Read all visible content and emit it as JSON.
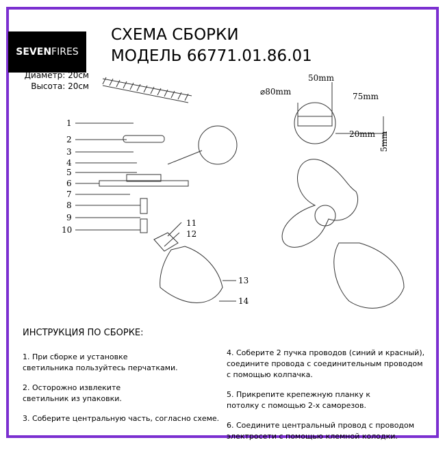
{
  "brand": {
    "bold": "SEVEN",
    "regular": "FIRES"
  },
  "title": {
    "line1": "СХЕМА СБОРКИ",
    "line2": "МОДЕЛЬ 66771.01.86.01"
  },
  "dimensions": {
    "diameter": "Диаметр: 20см",
    "height": "Высота: 20см"
  },
  "diagram": {
    "part_numbers": [
      "1",
      "2",
      "3",
      "4",
      "5",
      "6",
      "7",
      "8",
      "9",
      "10",
      "11",
      "12",
      "13",
      "14"
    ],
    "measurements": {
      "d80": "⌀80mm",
      "w50": "50mm",
      "w75": "75mm",
      "w20": "20mm",
      "h5": "5mm"
    }
  },
  "instructions": {
    "heading": "ИНСТРУКЦИЯ ПО СБОРКЕ:",
    "steps_left": [
      {
        "l1": "1. При сборке и установке",
        "l2": "светильника пользуйтесь перчатками."
      },
      {
        "l1": "2. Осторожно извлеките",
        "l2": "светильник из упаковки."
      },
      {
        "l1": "3. Соберите центральную часть, согласно схеме.",
        "l2": ""
      }
    ],
    "steps_right": [
      {
        "l1": "4. Соберите 2 пучка проводов (синий и красный),",
        "l2": "соедините провода с соединительным проводом",
        "l3": "с помощью колпачка."
      },
      {
        "l1": "5. Прикрепите крепежную планку к",
        "l2": "потолку с помощью 2-х саморезов."
      },
      {
        "l1": "6. Соедините центральный провод с проводом",
        "l2": "электросети с помощью клемной колодки."
      }
    ]
  }
}
